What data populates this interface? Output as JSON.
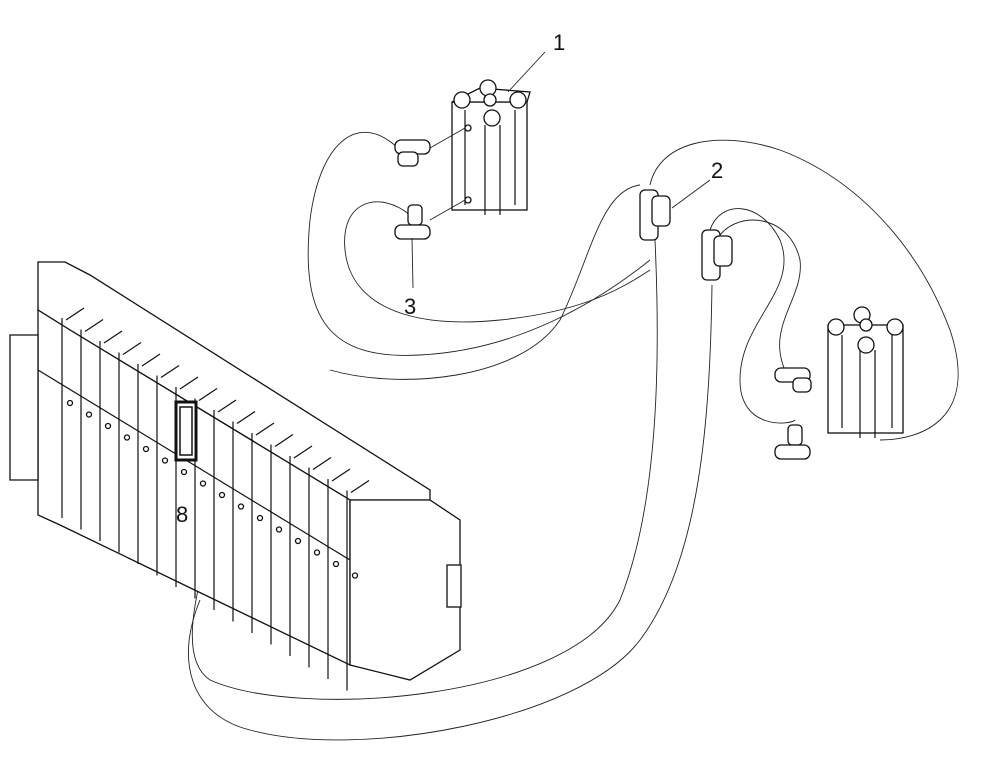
{
  "diagram": {
    "type": "pneumatic-assembly-exploded-view",
    "background": "#ffffff",
    "line_color": "#111111",
    "callouts": [
      {
        "id": "1",
        "text": "1",
        "target": "pneumatic-cylinder"
      },
      {
        "id": "2",
        "text": "2",
        "target": "tube-connector"
      },
      {
        "id": "3",
        "text": "3",
        "target": "elbow-fitting"
      },
      {
        "id": "8",
        "text": "8",
        "target": "valve-manifold-station"
      }
    ],
    "components": [
      "pneumatic-cylinder-upper",
      "pneumatic-cylinder-lower-right",
      "elbow-fittings",
      "y-connectors",
      "valve-terminal-manifold",
      "air-tubing"
    ]
  }
}
